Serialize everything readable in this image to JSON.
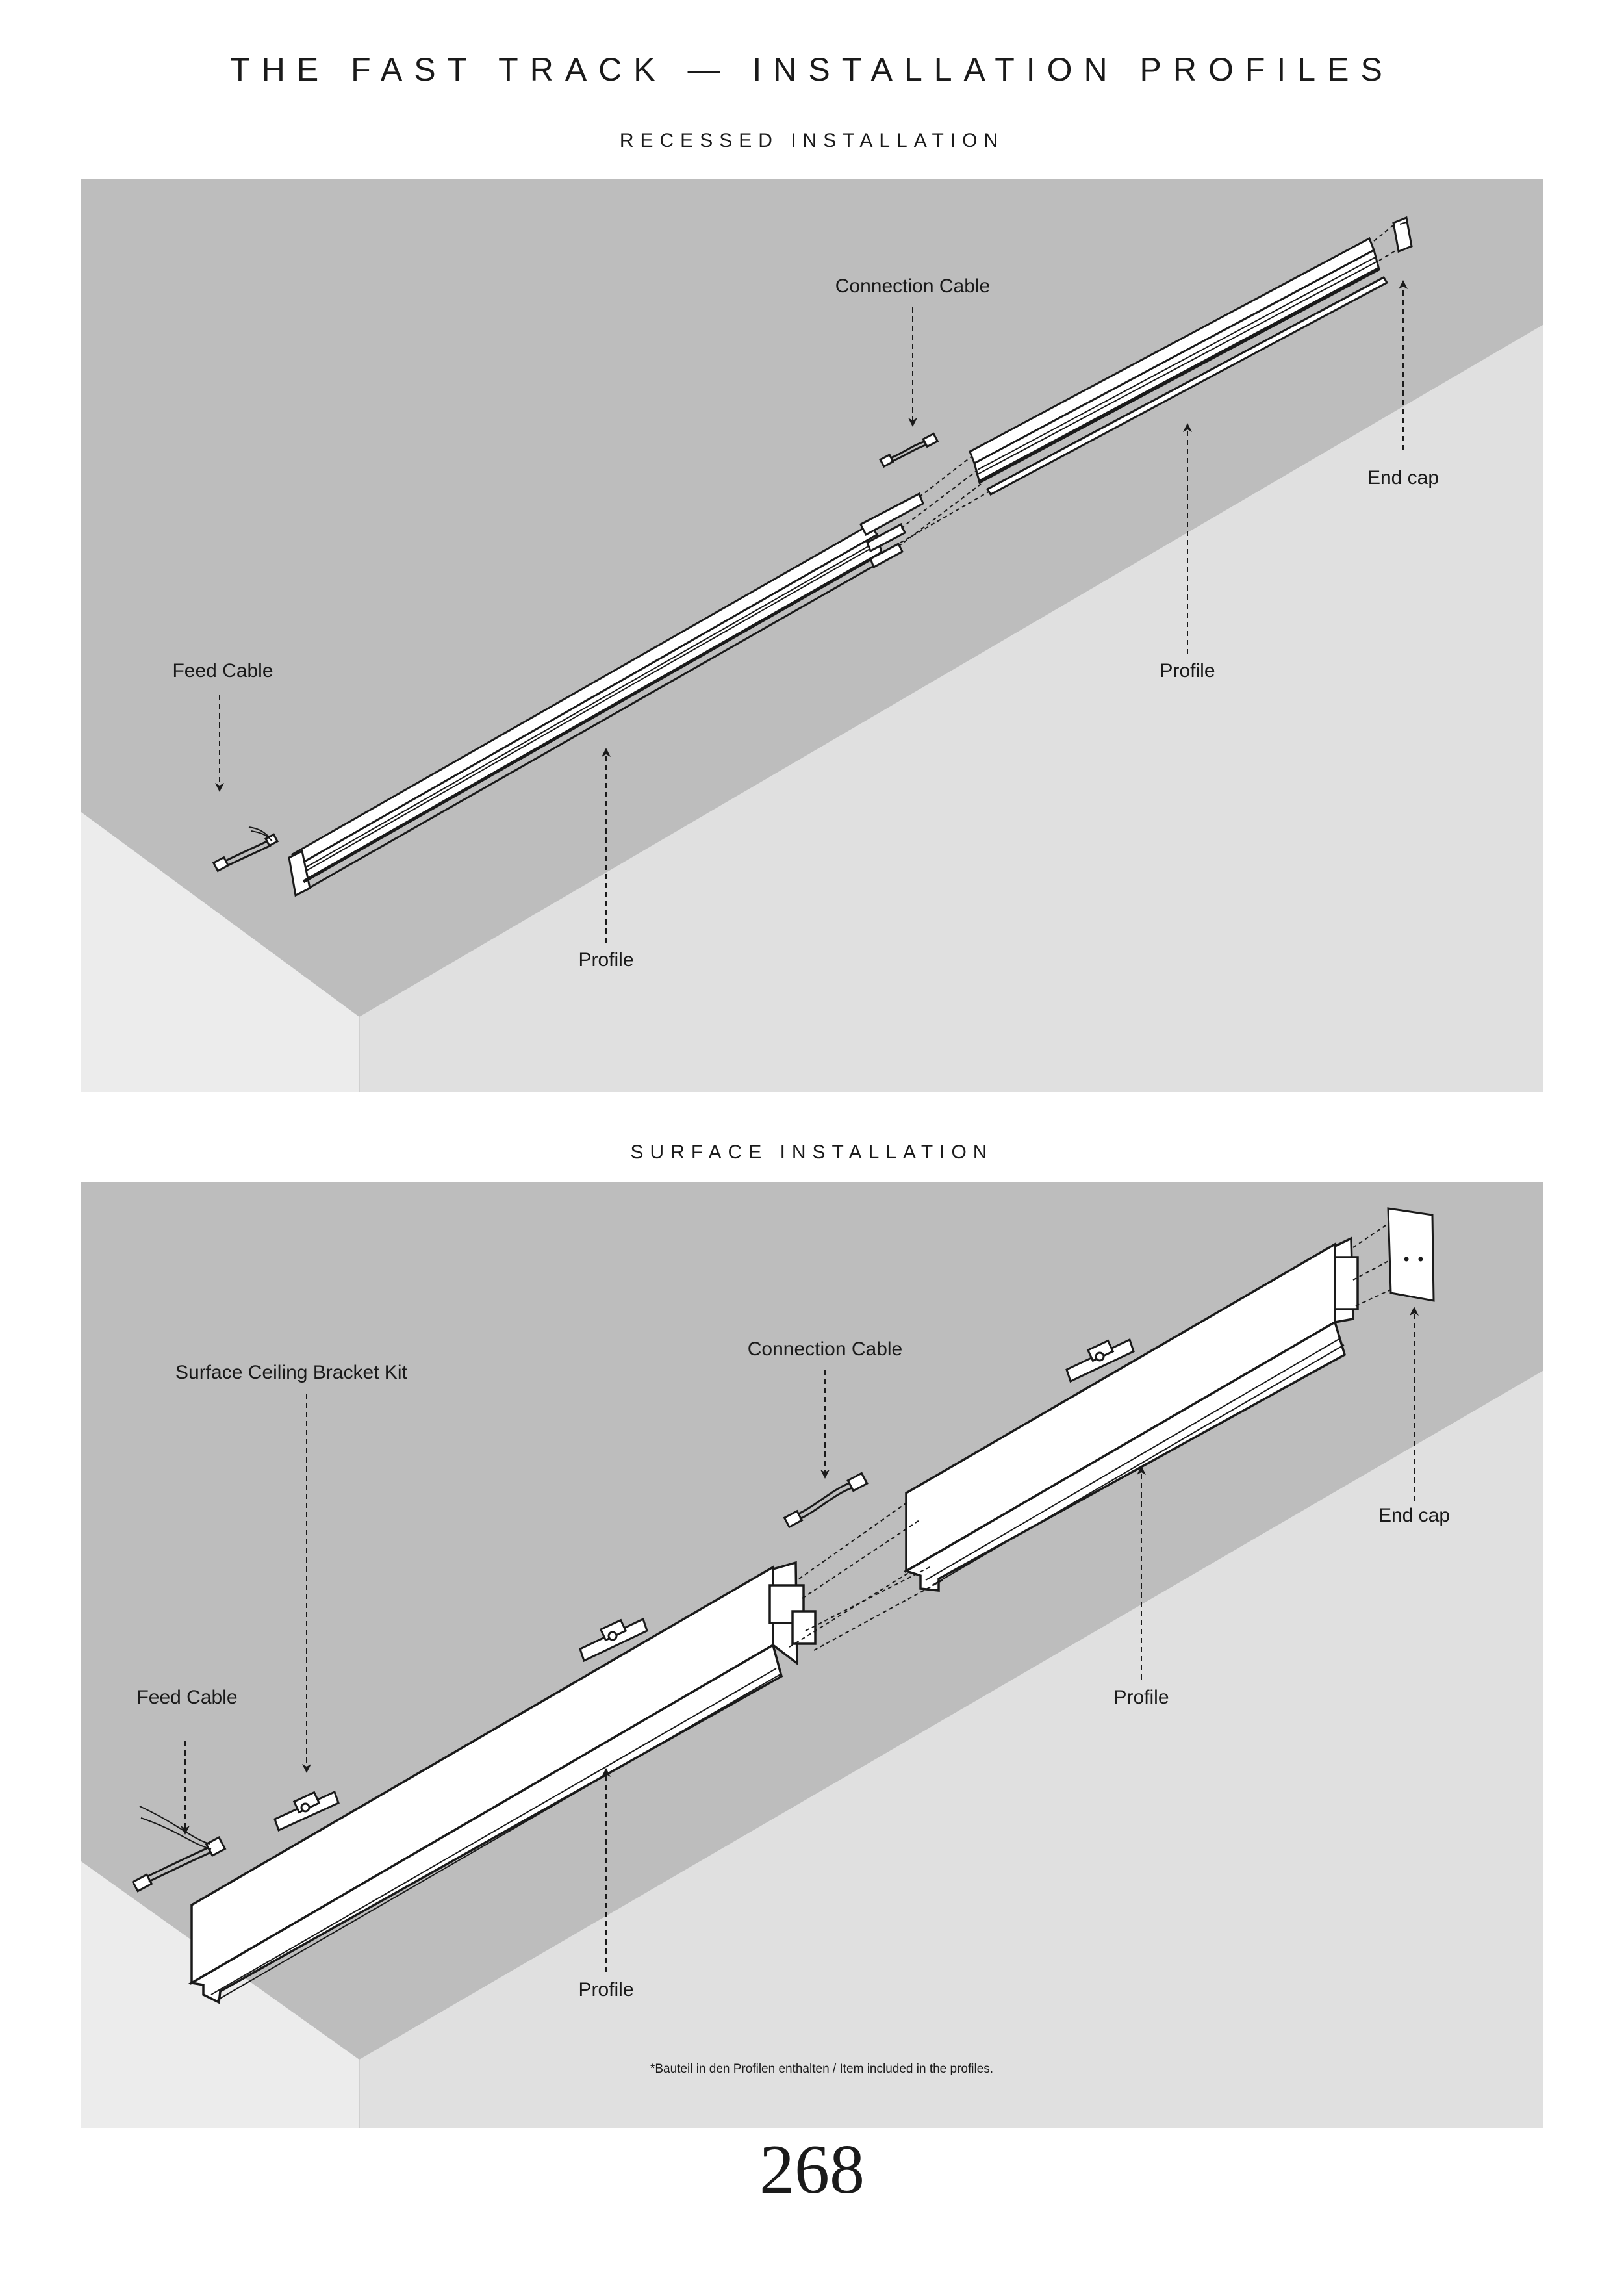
{
  "page": {
    "title": "THE FAST TRACK — INSTALLATION PROFILES",
    "number": "268"
  },
  "recessed": {
    "heading": "RECESSED INSTALLATION",
    "labels": {
      "connection_cable": "Connection Cable",
      "end_cap": "End cap",
      "feed_cable": "Feed Cable",
      "profile_right": "Profile",
      "profile_left": "Profile"
    }
  },
  "surface": {
    "heading": "SURFACE INSTALLATION",
    "labels": {
      "bracket_kit": "Surface Ceiling Bracket Kit",
      "connection_cable": "Connection Cable",
      "end_cap": "End cap",
      "feed_cable": "Feed Cable",
      "profile_right": "Profile",
      "profile_left": "Profile"
    },
    "footnote": "*Bauteil in den Profilen enthalten / Item included in the profiles."
  },
  "colors": {
    "ceiling": "#bdbdbd",
    "wall": "#e0e0e0",
    "wall_left": "#ececec",
    "line": "#1a1a1a"
  }
}
